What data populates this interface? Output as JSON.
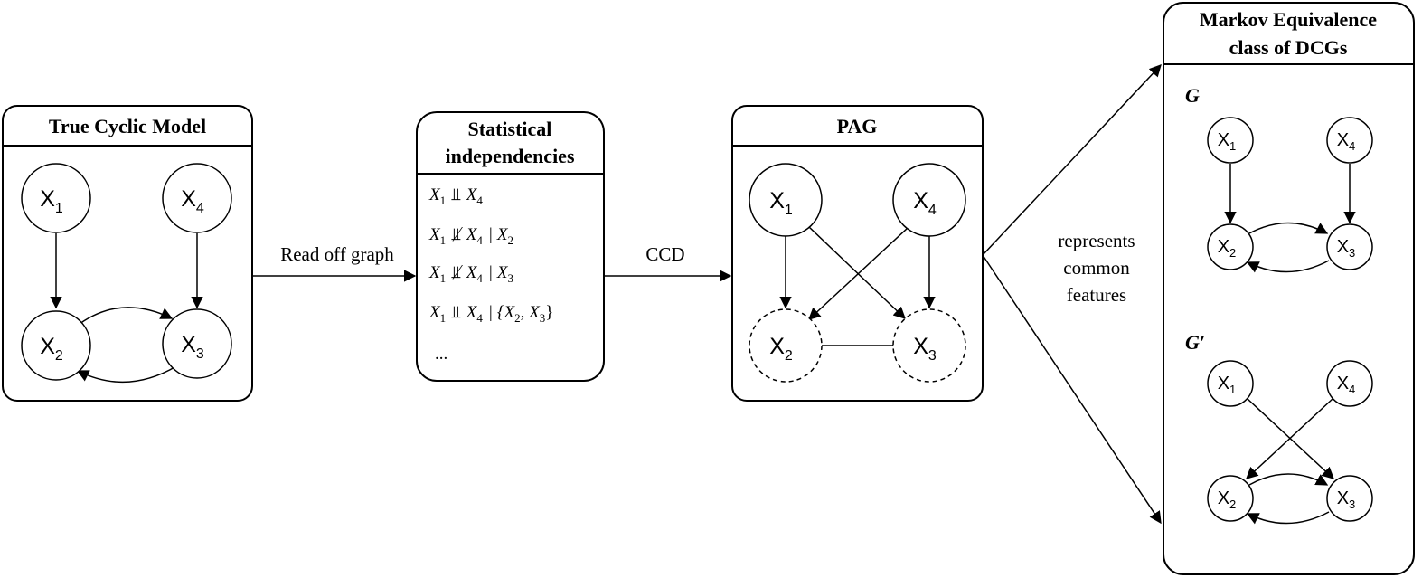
{
  "panels": {
    "true_model": {
      "title": "True Cyclic Model",
      "nodes": {
        "x1": "X",
        "x2": "X",
        "x3": "X",
        "x4": "X"
      },
      "subs": {
        "x1": "1",
        "x2": "2",
        "x3": "3",
        "x4": "4"
      }
    },
    "independencies": {
      "title_line1": "Statistical",
      "title_line2": "independencies",
      "rows": [
        {
          "a": "X",
          "a_sub": "1",
          "rel": "⫫",
          "b": "X",
          "b_sub": "4",
          "cond": ""
        },
        {
          "a": "X",
          "a_sub": "1",
          "rel": "⫫̸",
          "b": "X",
          "b_sub": "4",
          "cond": "| X",
          "cond_sub": "2"
        },
        {
          "a": "X",
          "a_sub": "1",
          "rel": "⫫̸",
          "b": "X",
          "b_sub": "4",
          "cond": "| X",
          "cond_sub": "3"
        },
        {
          "a": "X",
          "a_sub": "1",
          "rel": "⫫",
          "b": "X",
          "b_sub": "4",
          "cond": "| {X",
          "cond_sub": "2",
          "cond2": ", X",
          "cond2_sub": "3",
          "cond_end": "}"
        }
      ],
      "ellipsis": "..."
    },
    "pag": {
      "title": "PAG"
    },
    "markov": {
      "title_line1": "Markov Equivalence",
      "title_line2": "class of DCGs",
      "graph_g": "G",
      "graph_g_prime": "G′"
    }
  },
  "edges_labels": {
    "read_off": "Read off graph",
    "ccd": "CCD",
    "represents_line1": "represents",
    "represents_line2": "common",
    "represents_line3": "features"
  }
}
